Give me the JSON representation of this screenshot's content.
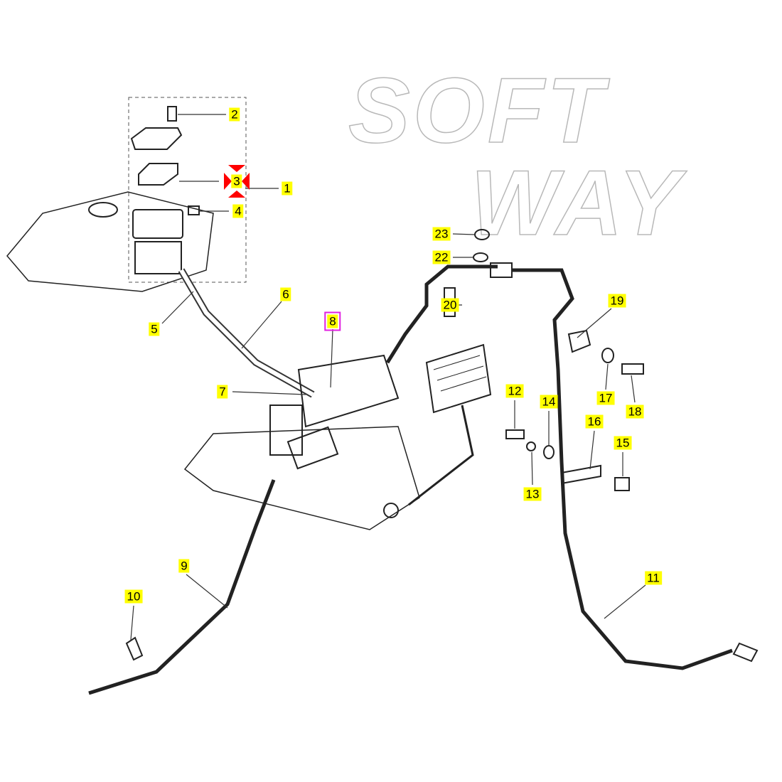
{
  "watermark": {
    "line1": "SOFT",
    "line2": "WAY"
  },
  "selected_part": "8",
  "highlighted_part": "3",
  "colors": {
    "label_bg": "#ffff00",
    "selected_outline": "#e020e0",
    "highlight_arrows": "#ff0000"
  },
  "callouts": [
    {
      "number": "1"
    },
    {
      "number": "2"
    },
    {
      "number": "3"
    },
    {
      "number": "4"
    },
    {
      "number": "5"
    },
    {
      "number": "6"
    },
    {
      "number": "7"
    },
    {
      "number": "8"
    },
    {
      "number": "9"
    },
    {
      "number": "10"
    },
    {
      "number": "11"
    },
    {
      "number": "12"
    },
    {
      "number": "13"
    },
    {
      "number": "14"
    },
    {
      "number": "15"
    },
    {
      "number": "16"
    },
    {
      "number": "17"
    },
    {
      "number": "18"
    },
    {
      "number": "19"
    },
    {
      "number": "20"
    },
    {
      "number": "22"
    },
    {
      "number": "23"
    }
  ]
}
